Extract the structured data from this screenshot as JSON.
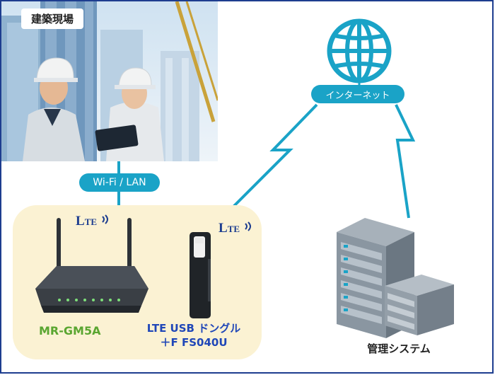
{
  "site": {
    "label": "建築現場"
  },
  "connections": {
    "wifi_lan": "Wi-Fi / LAN",
    "internet": "インターネット"
  },
  "devices": {
    "router": {
      "name": "MR-GM5A",
      "badge_main": "L",
      "badge_sub": "TE"
    },
    "dongle": {
      "name_line1": "LTE USB ドングル",
      "name_line2": "＋F FS040U",
      "badge_main": "L",
      "badge_sub": "TE"
    }
  },
  "management": {
    "label": "管理システム"
  },
  "colors": {
    "frame": "#1d3d8f",
    "pill": "#1aa3c7",
    "device_box": "#fbf2d3",
    "router_label": "#5aa631",
    "dongle_label": "#2047b8"
  },
  "icons": [
    "globe-icon",
    "lte-signal-icon",
    "server-rack-icon"
  ]
}
